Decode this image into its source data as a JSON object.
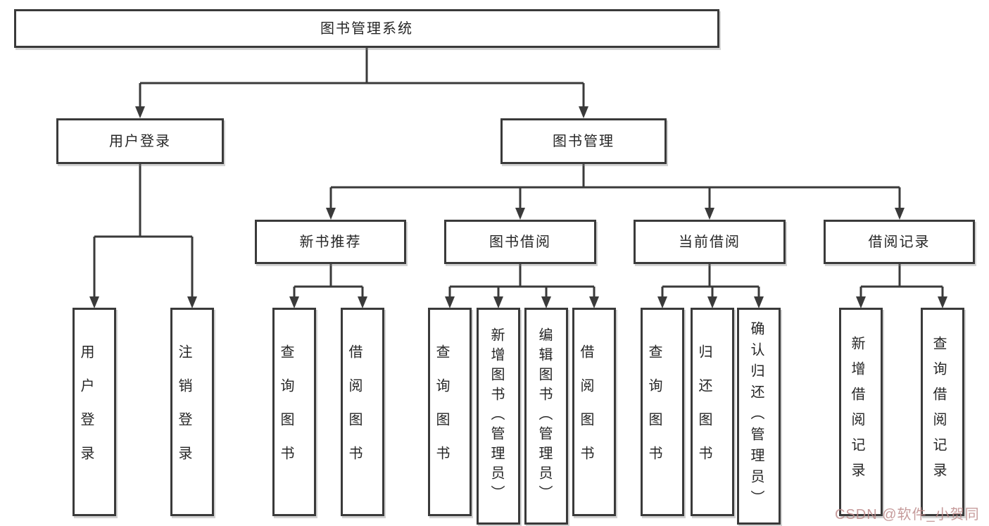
{
  "colors": {
    "line": "#3a3a3a",
    "box_border": "#3a3a3a",
    "box_fill": "#ffffff",
    "text": "#262626",
    "watermark_text": "#bc8a8a"
  },
  "tree": {
    "label": "图书管理系统",
    "children": [
      {
        "label": "用户登录",
        "children": [
          {
            "label": "用户登录"
          },
          {
            "label": "注销登录"
          }
        ]
      },
      {
        "label": "图书管理",
        "children": [
          {
            "label": "新书推荐",
            "children": [
              {
                "label": "查询图书"
              },
              {
                "label": "借阅图书"
              }
            ]
          },
          {
            "label": "图书借阅",
            "children": [
              {
                "label": "查询图书"
              },
              {
                "label": "新增图书（管理员）"
              },
              {
                "label": "编辑图书（管理员）"
              },
              {
                "label": "借阅图书"
              }
            ]
          },
          {
            "label": "当前借阅",
            "children": [
              {
                "label": "查询图书"
              },
              {
                "label": "归还图书"
              },
              {
                "label": "确认归还（管理员）"
              }
            ]
          },
          {
            "label": "借阅记录",
            "children": [
              {
                "label": "新增借阅记录"
              },
              {
                "label": "查询借阅记录"
              }
            ]
          }
        ]
      }
    ]
  },
  "watermark": {
    "text": "CSDN @软件_小贺同学"
  }
}
